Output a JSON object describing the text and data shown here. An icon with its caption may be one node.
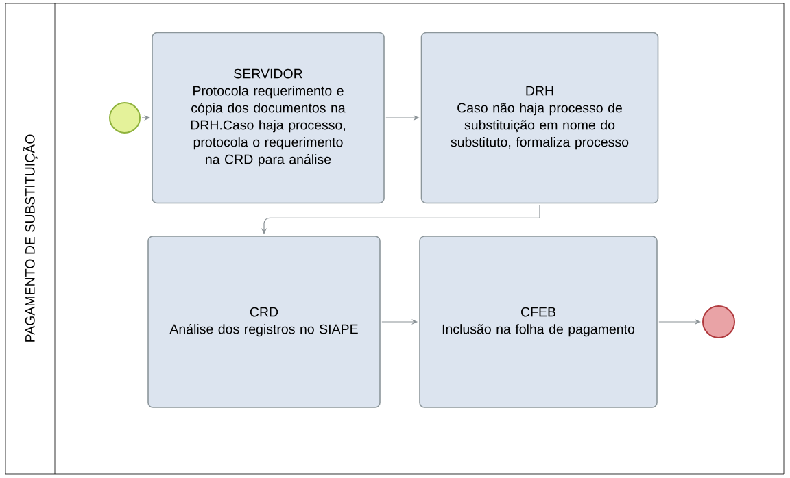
{
  "diagram": {
    "nodes": [
      {
        "text": [
          "PAGAMENTO DE SUBSTITUIÇÃO"
        ]
      },
      {
        "text": [],
        "shape": "circle",
        "in": 0
      },
      {
        "text": [
          "SERVIDOR",
          "Protocola requerimento e cópia dos documentos na DRH.Caso haja processo, protocola o requerimento na CRD para análise"
        ],
        "in": 0
      },
      {
        "text": [
          "DRH",
          "Caso não haja processo de substituição em nome do substituto, formaliza processo"
        ],
        "in": 0
      },
      {
        "text": [
          "CRD",
          "Análise  dos registros  no SIAPE"
        ],
        "in": 0
      },
      {
        "text": [
          "CFEB",
          "Inclusão na folha de pagamento"
        ],
        "in": 0
      },
      {
        "text": [],
        "shape": "circle",
        "in": 0
      }
    ],
    "edges": [
      {
        "from": 1,
        "to": 2,
        "arrow": "to"
      },
      {
        "from": 2,
        "to": 3,
        "arrow": "to"
      },
      {
        "from": 3,
        "to": 4,
        "arrow": "to"
      },
      {
        "from": 4,
        "to": 5,
        "arrow": "to"
      },
      {
        "from": 5,
        "to": 6,
        "arrow": "to"
      }
    ]
  }
}
